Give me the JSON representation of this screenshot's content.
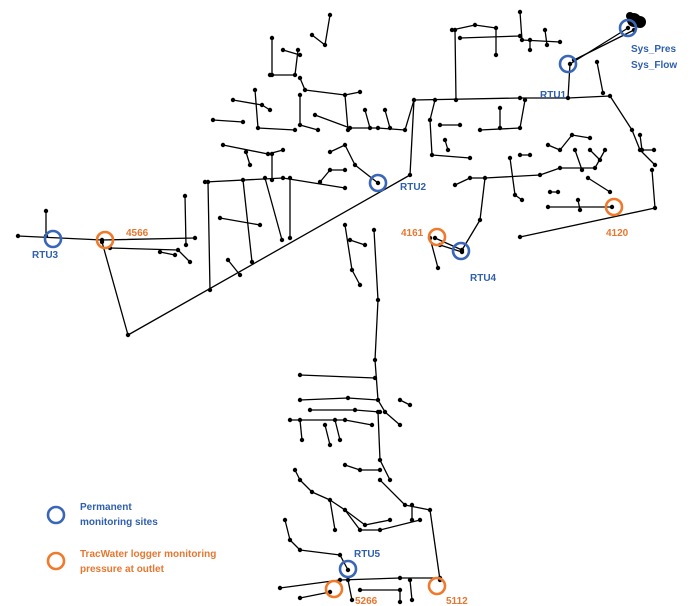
{
  "colors": {
    "network": "#000000",
    "permanent": "#3a66b8",
    "permanent_text": "#2f5fae",
    "tracwater": "#f07a2c",
    "tracwater_text": "#e7772f"
  },
  "sites": {
    "sys_pres": "Sys_Pres",
    "sys_flow": "Sys_Flow",
    "rtu1": "RTU1",
    "rtu2": "RTU2",
    "rtu3": "RTU3",
    "rtu4": "RTU4",
    "rtu5": "RTU5",
    "l4566": "4566",
    "l4161": "4161",
    "l4120": "4120",
    "l5266": "5266",
    "l5112": "5112"
  },
  "legend": {
    "permanent_line1": "Permanent",
    "permanent_line2": "monitoring sites",
    "tracwater_line1": "TracWater logger monitoring",
    "tracwater_line2": "pressure at outlet"
  }
}
